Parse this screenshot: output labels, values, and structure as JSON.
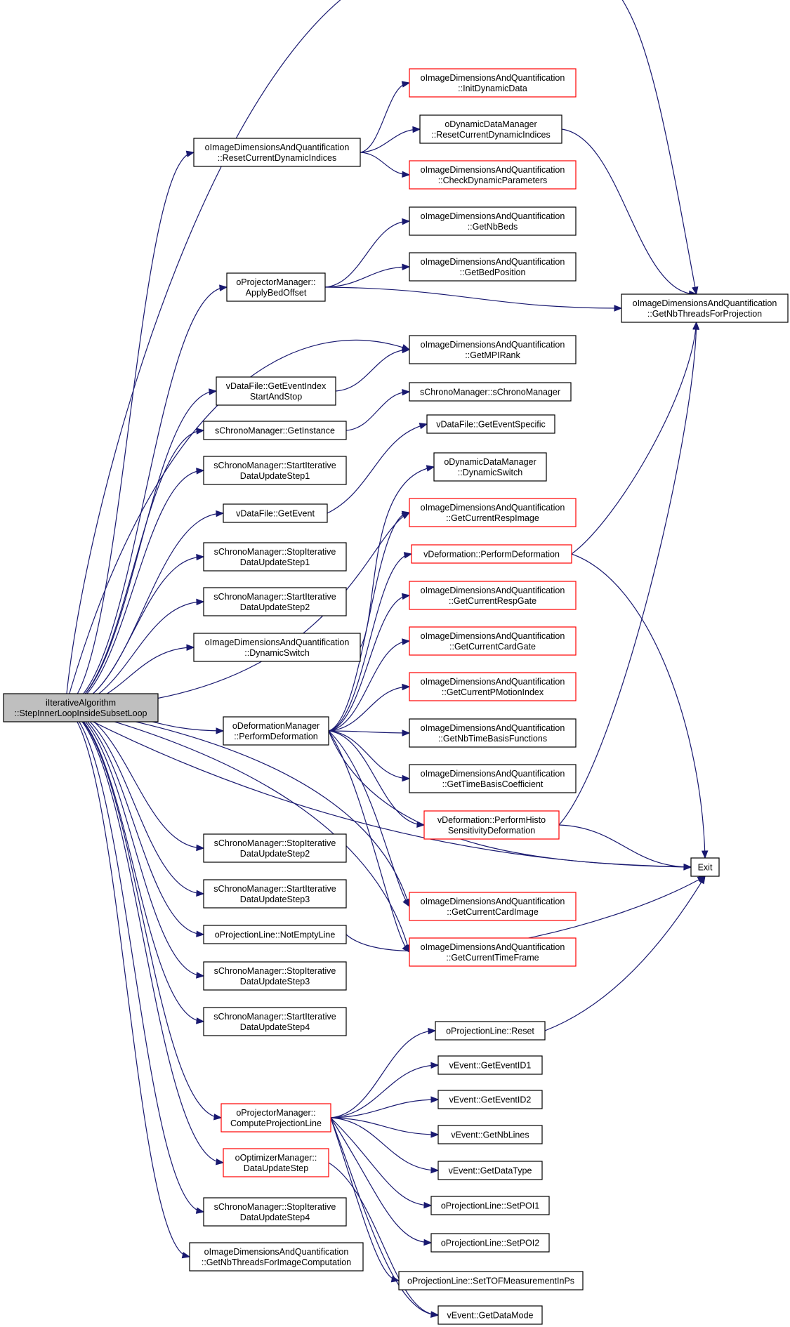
{
  "colors": {
    "edge": "#191970",
    "node_border": "#000000",
    "node_border_incomplete": "#ff0000",
    "root_fill": "#bfbfbf"
  },
  "nodes": [
    {
      "id": "root",
      "lines": [
        "iIterativeAlgorithm",
        "::StepInnerLoopInsideSubsetLoop"
      ],
      "style": "root"
    },
    {
      "id": "n_reset_cdi",
      "lines": [
        "oImageDimensionsAndQuantification",
        "::ResetCurrentDynamicIndices"
      ],
      "style": "normal"
    },
    {
      "id": "n_initdyn",
      "lines": [
        "oImageDimensionsAndQuantification",
        "::InitDynamicData"
      ],
      "style": "red"
    },
    {
      "id": "n_ddm_reset",
      "lines": [
        "oDynamicDataManager",
        "::ResetCurrentDynamicIndices"
      ],
      "style": "normal"
    },
    {
      "id": "n_checkdyn",
      "lines": [
        "oImageDimensionsAndQuantification",
        "::CheckDynamicParameters"
      ],
      "style": "red"
    },
    {
      "id": "n_nbbeds",
      "lines": [
        "oImageDimensionsAndQuantification",
        "::GetNbBeds"
      ],
      "style": "normal"
    },
    {
      "id": "n_applybed",
      "lines": [
        "oProjectorManager::",
        "ApplyBedOffset"
      ],
      "style": "normal"
    },
    {
      "id": "n_bedpos",
      "lines": [
        "oImageDimensionsAndQuantification",
        "::GetBedPosition"
      ],
      "style": "normal"
    },
    {
      "id": "n_threadsproj",
      "lines": [
        "oImageDimensionsAndQuantification",
        "::GetNbThreadsForProjection"
      ],
      "style": "normal"
    },
    {
      "id": "n_mpirank",
      "lines": [
        "oImageDimensionsAndQuantification",
        "::GetMPIRank"
      ],
      "style": "normal"
    },
    {
      "id": "n_evidx",
      "lines": [
        "vDataFile::GetEventIndex",
        "StartAndStop"
      ],
      "style": "normal"
    },
    {
      "id": "n_schrono_ctor",
      "lines": [
        "sChronoManager::sChronoManager"
      ],
      "style": "normal"
    },
    {
      "id": "n_getinst",
      "lines": [
        "sChronoManager::GetInstance"
      ],
      "style": "normal"
    },
    {
      "id": "n_evspec",
      "lines": [
        "vDataFile::GetEventSpecific"
      ],
      "style": "normal"
    },
    {
      "id": "n_start1",
      "lines": [
        "sChronoManager::StartIterative",
        "DataUpdateStep1"
      ],
      "style": "normal"
    },
    {
      "id": "n_ddm_switch",
      "lines": [
        "oDynamicDataManager",
        "::DynamicSwitch"
      ],
      "style": "normal"
    },
    {
      "id": "n_getevent",
      "lines": [
        "vDataFile::GetEvent"
      ],
      "style": "normal"
    },
    {
      "id": "n_resp_img",
      "lines": [
        "oImageDimensionsAndQuantification",
        "::GetCurrentRespImage"
      ],
      "style": "red"
    },
    {
      "id": "n_vdef_perf",
      "lines": [
        "vDeformation::PerformDeformation"
      ],
      "style": "red"
    },
    {
      "id": "n_stop1",
      "lines": [
        "sChronoManager::StopIterative",
        "DataUpdateStep1"
      ],
      "style": "normal"
    },
    {
      "id": "n_resp_gate",
      "lines": [
        "oImageDimensionsAndQuantification",
        "::GetCurrentRespGate"
      ],
      "style": "red"
    },
    {
      "id": "n_start2",
      "lines": [
        "sChronoManager::StartIterative",
        "DataUpdateStep2"
      ],
      "style": "normal"
    },
    {
      "id": "n_card_gate",
      "lines": [
        "oImageDimensionsAndQuantification",
        "::GetCurrentCardGate"
      ],
      "style": "red"
    },
    {
      "id": "n_idq_switch",
      "lines": [
        "oImageDimensionsAndQuantification",
        "::DynamicSwitch"
      ],
      "style": "normal"
    },
    {
      "id": "n_pmotion",
      "lines": [
        "oImageDimensionsAndQuantification",
        "::GetCurrentPMotionIndex"
      ],
      "style": "red"
    },
    {
      "id": "n_odef_perf",
      "lines": [
        "oDeformationManager",
        "::PerformDeformation"
      ],
      "style": "normal"
    },
    {
      "id": "n_nbtbf",
      "lines": [
        "oImageDimensionsAndQuantification",
        "::GetNbTimeBasisFunctions"
      ],
      "style": "normal"
    },
    {
      "id": "n_tbcoef",
      "lines": [
        "oImageDimensionsAndQuantification",
        "::GetTimeBasisCoefficient"
      ],
      "style": "normal"
    },
    {
      "id": "n_histo",
      "lines": [
        "vDeformation::PerformHisto",
        "SensitivityDeformation"
      ],
      "style": "red"
    },
    {
      "id": "n_stop2",
      "lines": [
        "sChronoManager::StopIterative",
        "DataUpdateStep2"
      ],
      "style": "normal"
    },
    {
      "id": "n_exit",
      "lines": [
        "Exit"
      ],
      "style": "normal"
    },
    {
      "id": "n_start3",
      "lines": [
        "sChronoManager::StartIterative",
        "DataUpdateStep3"
      ],
      "style": "normal"
    },
    {
      "id": "n_card_img",
      "lines": [
        "oImageDimensionsAndQuantification",
        "::GetCurrentCardImage"
      ],
      "style": "red"
    },
    {
      "id": "n_notempty",
      "lines": [
        "oProjectionLine::NotEmptyLine"
      ],
      "style": "normal"
    },
    {
      "id": "n_timeframe",
      "lines": [
        "oImageDimensionsAndQuantification",
        "::GetCurrentTimeFrame"
      ],
      "style": "red"
    },
    {
      "id": "n_stop3",
      "lines": [
        "sChronoManager::StopIterative",
        "DataUpdateStep3"
      ],
      "style": "normal"
    },
    {
      "id": "n_start4",
      "lines": [
        "sChronoManager::StartIterative",
        "DataUpdateStep4"
      ],
      "style": "normal"
    },
    {
      "id": "n_plreset",
      "lines": [
        "oProjectionLine::Reset"
      ],
      "style": "normal"
    },
    {
      "id": "n_evid1",
      "lines": [
        "vEvent::GetEventID1"
      ],
      "style": "normal"
    },
    {
      "id": "n_cpl",
      "lines": [
        "oProjectorManager::",
        "ComputeProjectionLine"
      ],
      "style": "red"
    },
    {
      "id": "n_evid2",
      "lines": [
        "vEvent::GetEventID2"
      ],
      "style": "normal"
    },
    {
      "id": "n_nblines",
      "lines": [
        "vEvent::GetNbLines"
      ],
      "style": "normal"
    },
    {
      "id": "n_dus",
      "lines": [
        "oOptimizerManager::",
        "DataUpdateStep"
      ],
      "style": "red"
    },
    {
      "id": "n_datatype",
      "lines": [
        "vEvent::GetDataType"
      ],
      "style": "normal"
    },
    {
      "id": "n_poi1",
      "lines": [
        "oProjectionLine::SetPOI1"
      ],
      "style": "normal"
    },
    {
      "id": "n_stop4",
      "lines": [
        "sChronoManager::StopIterative",
        "DataUpdateStep4"
      ],
      "style": "normal"
    },
    {
      "id": "n_poi2",
      "lines": [
        "oProjectionLine::SetPOI2"
      ],
      "style": "normal"
    },
    {
      "id": "n_threadsimg",
      "lines": [
        "oImageDimensionsAndQuantification",
        "::GetNbThreadsForImageComputation"
      ],
      "style": "normal"
    },
    {
      "id": "n_tof",
      "lines": [
        "oProjectionLine::SetTOFMeasurementInPs"
      ],
      "style": "normal"
    },
    {
      "id": "n_datamode",
      "lines": [
        "vEvent::GetDataMode"
      ],
      "style": "normal"
    }
  ],
  "edges": [
    [
      "root",
      "n_reset_cdi"
    ],
    [
      "root",
      "n_applybed"
    ],
    [
      "root",
      "n_evidx"
    ],
    [
      "root",
      "n_getinst"
    ],
    [
      "root",
      "n_start1"
    ],
    [
      "root",
      "n_getevent"
    ],
    [
      "root",
      "n_stop1"
    ],
    [
      "root",
      "n_start2"
    ],
    [
      "root",
      "n_idq_switch"
    ],
    [
      "root",
      "n_odef_perf"
    ],
    [
      "root",
      "n_stop2"
    ],
    [
      "root",
      "n_start3"
    ],
    [
      "root",
      "n_notempty"
    ],
    [
      "root",
      "n_stop3"
    ],
    [
      "root",
      "n_start4"
    ],
    [
      "root",
      "n_cpl"
    ],
    [
      "root",
      "n_dus"
    ],
    [
      "root",
      "n_stop4"
    ],
    [
      "root",
      "n_threadsimg"
    ],
    [
      "root",
      "n_threadsproj"
    ],
    [
      "root",
      "n_mpirank"
    ],
    [
      "root",
      "n_resp_img"
    ],
    [
      "root",
      "n_exit"
    ],
    [
      "root",
      "n_card_img"
    ],
    [
      "root",
      "n_timeframe"
    ],
    [
      "n_reset_cdi",
      "n_initdyn"
    ],
    [
      "n_reset_cdi",
      "n_ddm_reset"
    ],
    [
      "n_reset_cdi",
      "n_checkdyn"
    ],
    [
      "n_ddm_reset",
      "n_threadsproj"
    ],
    [
      "n_applybed",
      "n_nbbeds"
    ],
    [
      "n_applybed",
      "n_bedpos"
    ],
    [
      "n_applybed",
      "n_threadsproj"
    ],
    [
      "n_evidx",
      "n_mpirank"
    ],
    [
      "n_getinst",
      "n_schrono_ctor"
    ],
    [
      "n_getevent",
      "n_evspec"
    ],
    [
      "n_idq_switch",
      "n_ddm_switch"
    ],
    [
      "n_odef_perf",
      "n_resp_img"
    ],
    [
      "n_odef_perf",
      "n_vdef_perf"
    ],
    [
      "n_odef_perf",
      "n_resp_gate"
    ],
    [
      "n_odef_perf",
      "n_card_gate"
    ],
    [
      "n_odef_perf",
      "n_pmotion"
    ],
    [
      "n_odef_perf",
      "n_nbtbf"
    ],
    [
      "n_odef_perf",
      "n_tbcoef"
    ],
    [
      "n_odef_perf",
      "n_histo"
    ],
    [
      "n_odef_perf",
      "n_exit"
    ],
    [
      "n_odef_perf",
      "n_card_img"
    ],
    [
      "n_odef_perf",
      "n_timeframe"
    ],
    [
      "n_vdef_perf",
      "n_threadsproj"
    ],
    [
      "n_vdef_perf",
      "n_exit"
    ],
    [
      "n_histo",
      "n_threadsproj"
    ],
    [
      "n_histo",
      "n_exit"
    ],
    [
      "n_notempty",
      "n_exit"
    ],
    [
      "n_plreset",
      "n_exit"
    ],
    [
      "n_cpl",
      "n_plreset"
    ],
    [
      "n_cpl",
      "n_evid1"
    ],
    [
      "n_cpl",
      "n_evid2"
    ],
    [
      "n_cpl",
      "n_nblines"
    ],
    [
      "n_cpl",
      "n_datatype"
    ],
    [
      "n_cpl",
      "n_poi1"
    ],
    [
      "n_cpl",
      "n_poi2"
    ],
    [
      "n_cpl",
      "n_tof"
    ],
    [
      "n_cpl",
      "n_datamode"
    ],
    [
      "n_dus",
      "n_datamode"
    ]
  ]
}
